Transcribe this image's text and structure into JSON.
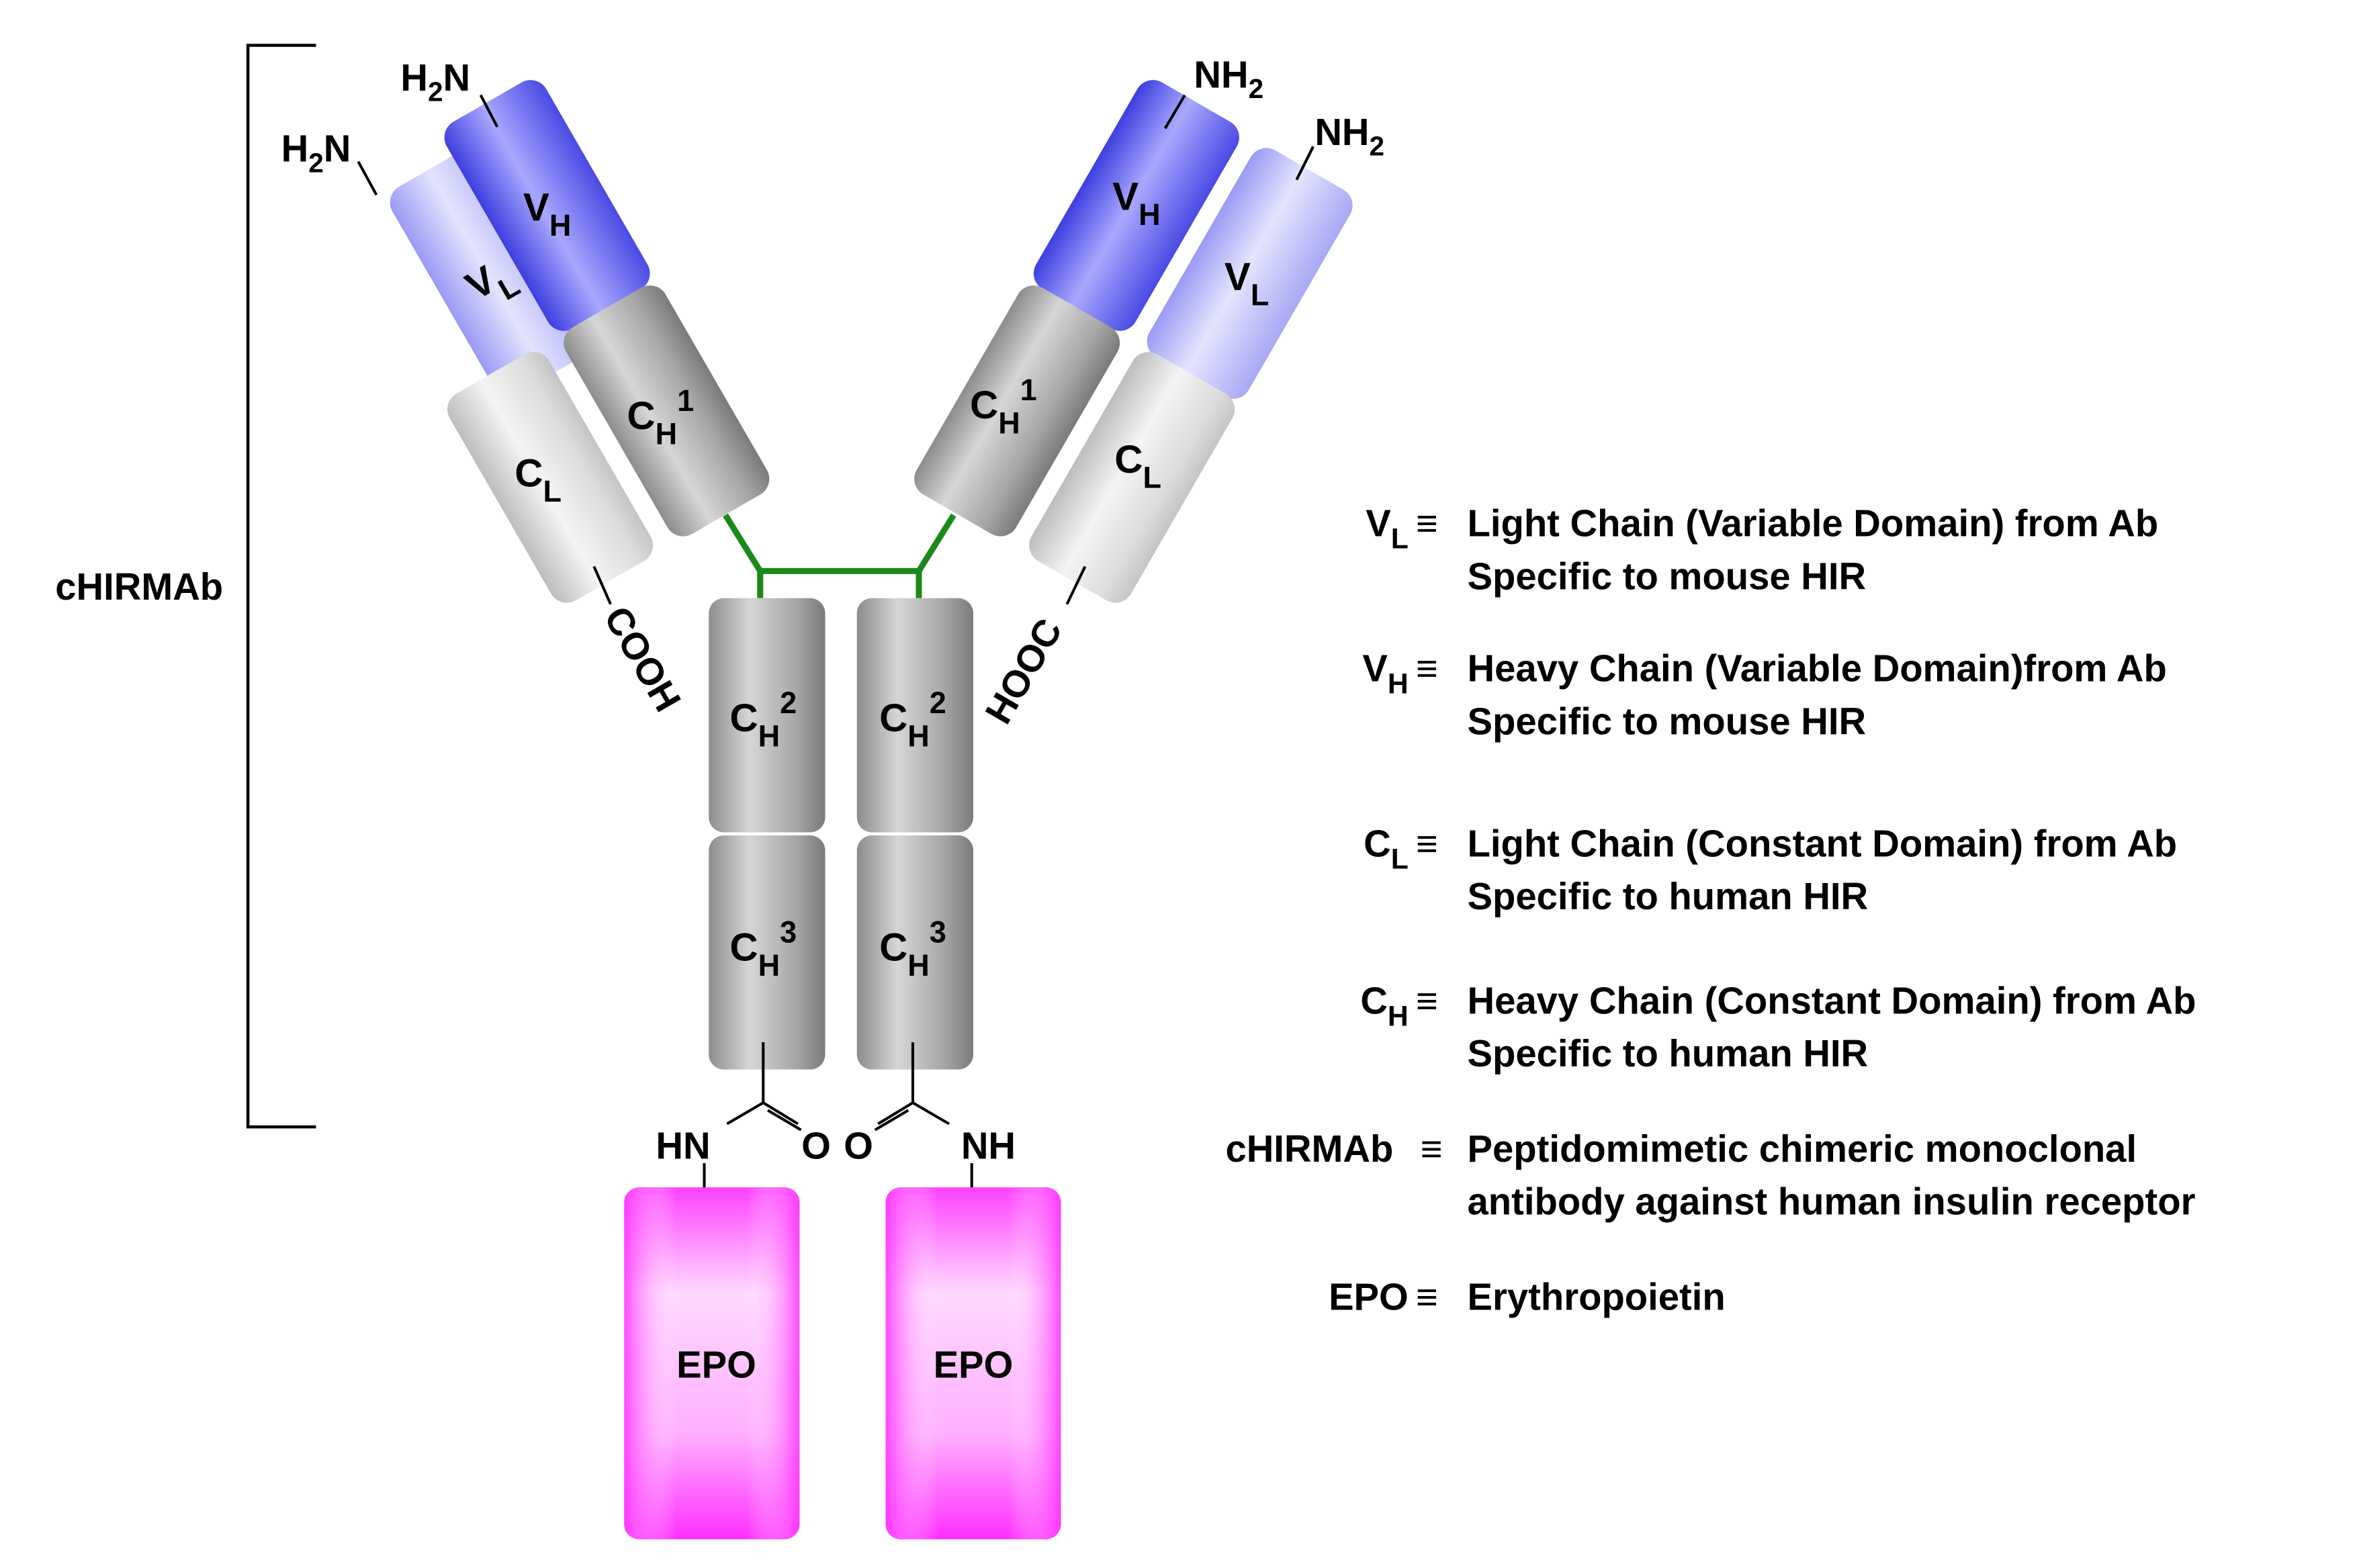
{
  "left_bracket_label": "cHIRMAb",
  "domains": {
    "vl": {
      "main": "V",
      "sub": "L"
    },
    "vh": {
      "main": "V",
      "sub": "H"
    },
    "cl": {
      "main": "C",
      "sub": "L"
    },
    "ch1": {
      "main": "C",
      "sub": "H",
      "sup": "1"
    },
    "ch2": {
      "main": "C",
      "sub": "H",
      "sup": "2"
    },
    "ch3": {
      "main": "C",
      "sub": "H",
      "sup": "3"
    },
    "epo": "EPO"
  },
  "termini": {
    "h2n_main": "H",
    "h2n_sub": "2",
    "h2n_end": "N",
    "nh2_main": "NH",
    "nh2_sub": "2",
    "cooh": "COOH",
    "hooc": "HOOC"
  },
  "linkers": {
    "hn": "HN",
    "nh": "NH",
    "o": "O"
  },
  "legend": {
    "equiv": "≡",
    "items": [
      {
        "term_main": "V",
        "term_sub": "L",
        "line1": "Light Chain (Variable Domain) from Ab",
        "line2": "Specific to mouse HIR"
      },
      {
        "term_main": "V",
        "term_sub": "H",
        "line1": "Heavy Chain (Variable Domain)from Ab",
        "line2": "Specific to mouse HIR"
      },
      {
        "term_main": "C",
        "term_sub": "L",
        "line1": "Light Chain (Constant Domain) from Ab",
        "line2": "Specific to human HIR"
      },
      {
        "term_main": "C",
        "term_sub": "H",
        "line1": "Heavy Chain (Constant Domain) from Ab",
        "line2": "Specific to human HIR"
      },
      {
        "term_main": "cHIRMAb",
        "line1": "Peptidomimetic chimeric monoclonal",
        "line2": "antibody against human insulin receptor"
      },
      {
        "term_main": "EPO",
        "line1": "Erythropoietin"
      }
    ]
  },
  "colors": {
    "vl_fill": "#b9b9ff",
    "vh_fill": "#6b6bf0",
    "constant_fill": "#b8b8b8",
    "light_constant_fill": "#e2e2e2",
    "epo_fill": "#ff33ff",
    "disulfide": "#1a8a1a"
  }
}
